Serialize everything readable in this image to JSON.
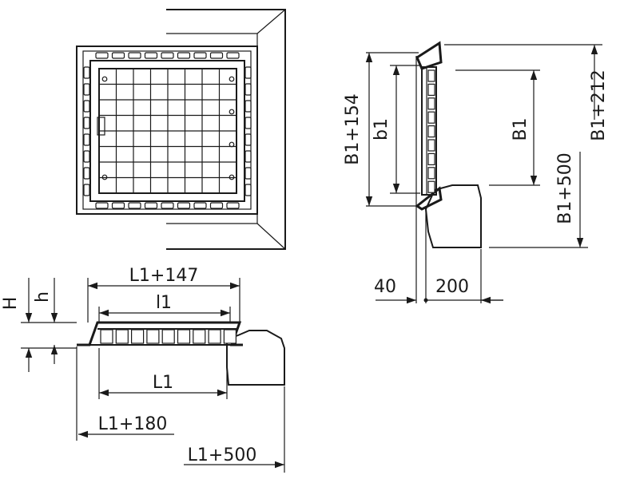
{
  "colors": {
    "ink": "#1a1a1a",
    "background": "#ffffff"
  },
  "labels": {
    "top_h": "H",
    "top_small_h": "h",
    "width_l1_147": "L1+147",
    "width_l1_inner": "l1",
    "width_l1": "L1",
    "width_l1_180": "L1+180",
    "width_l1_500": "L1+500",
    "height_b1_154": "B1+154",
    "height_b1_inner": "b1",
    "height_b1": "B1",
    "height_b1_212": "B1+212",
    "height_b1_500": "B1+500",
    "dim_40": "40",
    "dim_200": "200"
  }
}
